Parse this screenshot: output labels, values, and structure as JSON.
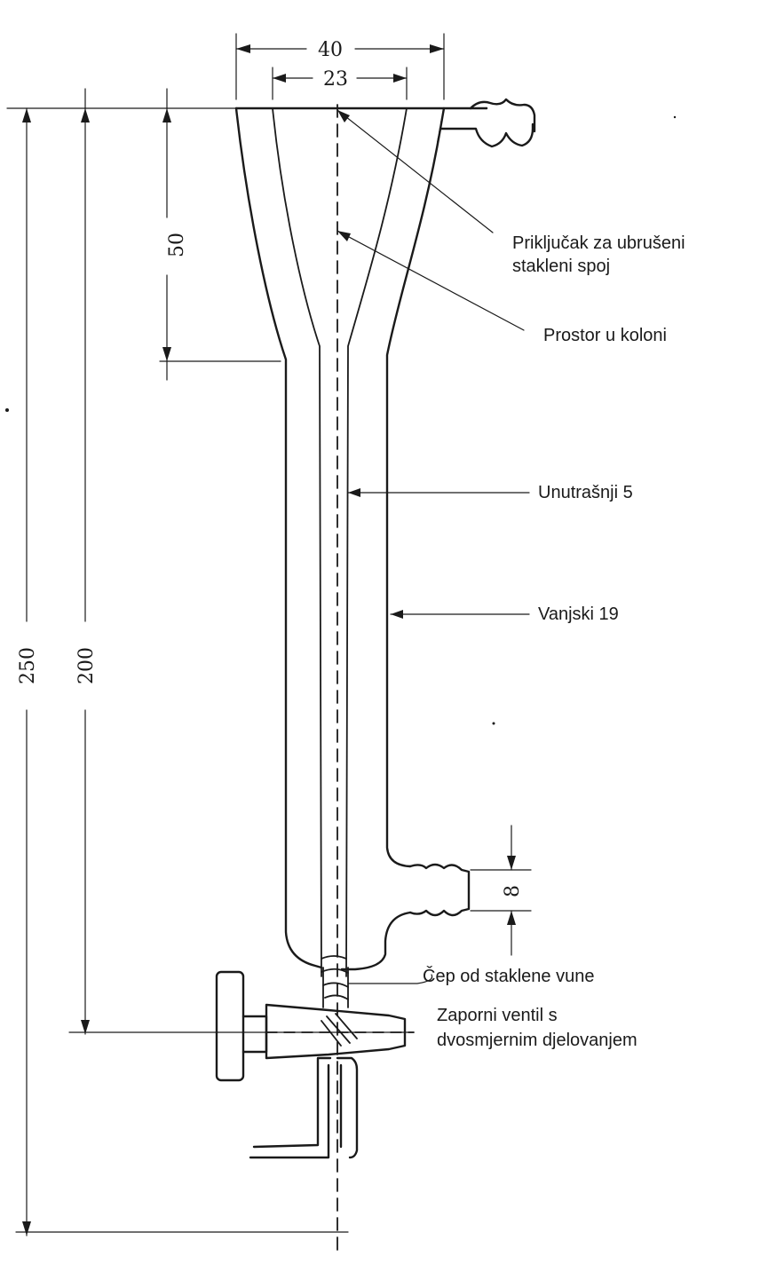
{
  "dimensions": {
    "outer_width": "40",
    "inner_width": "23",
    "funnel_height": "50",
    "total_height": "250",
    "stopcock_height": "200",
    "nozzle_width": "8"
  },
  "labels": {
    "ground_joint": [
      "Priključak za ubrušeni",
      "stakleni spoj"
    ],
    "column_space": "Prostor u koloni",
    "inner_tube": "Unutrašnji 5",
    "outer_tube": "Vanjski 19",
    "glass_wool": "Čep od staklene vune",
    "stopcock": [
      "Zaporni ventil s",
      "dvosmjernim djelovanjem"
    ]
  }
}
